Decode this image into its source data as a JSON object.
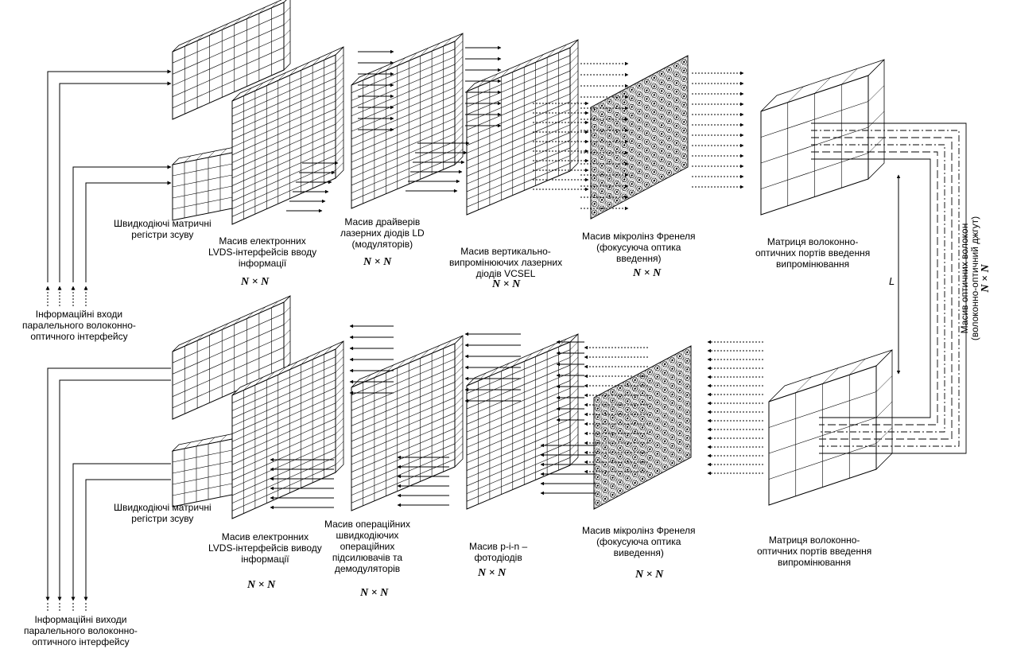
{
  "labels": {
    "top_registers": [
      "Швидкодіючі матричні",
      "регістри зсуву"
    ],
    "top_lvds": [
      "Масив електронних",
      "LVDS-інтерфейсів вводу",
      "інформації"
    ],
    "top_drivers": [
      "Масив драйверів",
      "лазерних діодів LD",
      "(модуляторів)"
    ],
    "top_vcsel": [
      "Масив вертикально-",
      "випромінюючих лазерних",
      "діодів VCSEL"
    ],
    "top_fresnel": [
      "Масив мікролінз Френеля",
      "(фокусуюча оптика",
      "введення)"
    ],
    "top_ports": [
      "Матриця волоконно-",
      "оптичних портів введення",
      "випромінювання"
    ],
    "inputs": [
      "Інформаційні входи",
      "паралельного волоконно-",
      "оптичного інтерфейсу"
    ],
    "bottom_registers": [
      "Швидкодіючі матричні",
      "регістри зсуву"
    ],
    "bottom_lvds": [
      "Масив електронних",
      "LVDS-інтерфейсів виводу",
      "інформації"
    ],
    "bottom_amps": [
      "Масив операційних",
      "швидкодіючих",
      "операційних",
      "підсилювачів та",
      "демодуляторів"
    ],
    "bottom_pin": [
      "Масив p-i-n –",
      "фотодіодів"
    ],
    "bottom_fresnel": [
      "Масив мікролінз Френеля",
      "(фокусуюча оптика",
      "виведення)"
    ],
    "bottom_ports": [
      "Матриця волоконно-",
      "оптичних портів введення",
      "випромінювання"
    ],
    "outputs": [
      "Інформаційні виходи",
      "паралельного волоконно-",
      "оптичного інтерфейсу"
    ],
    "fiber_bundle": [
      "Масив оптичних волокон",
      "(волоконно-оптичний джгут)"
    ],
    "length": "L",
    "nxn": "N × N"
  }
}
